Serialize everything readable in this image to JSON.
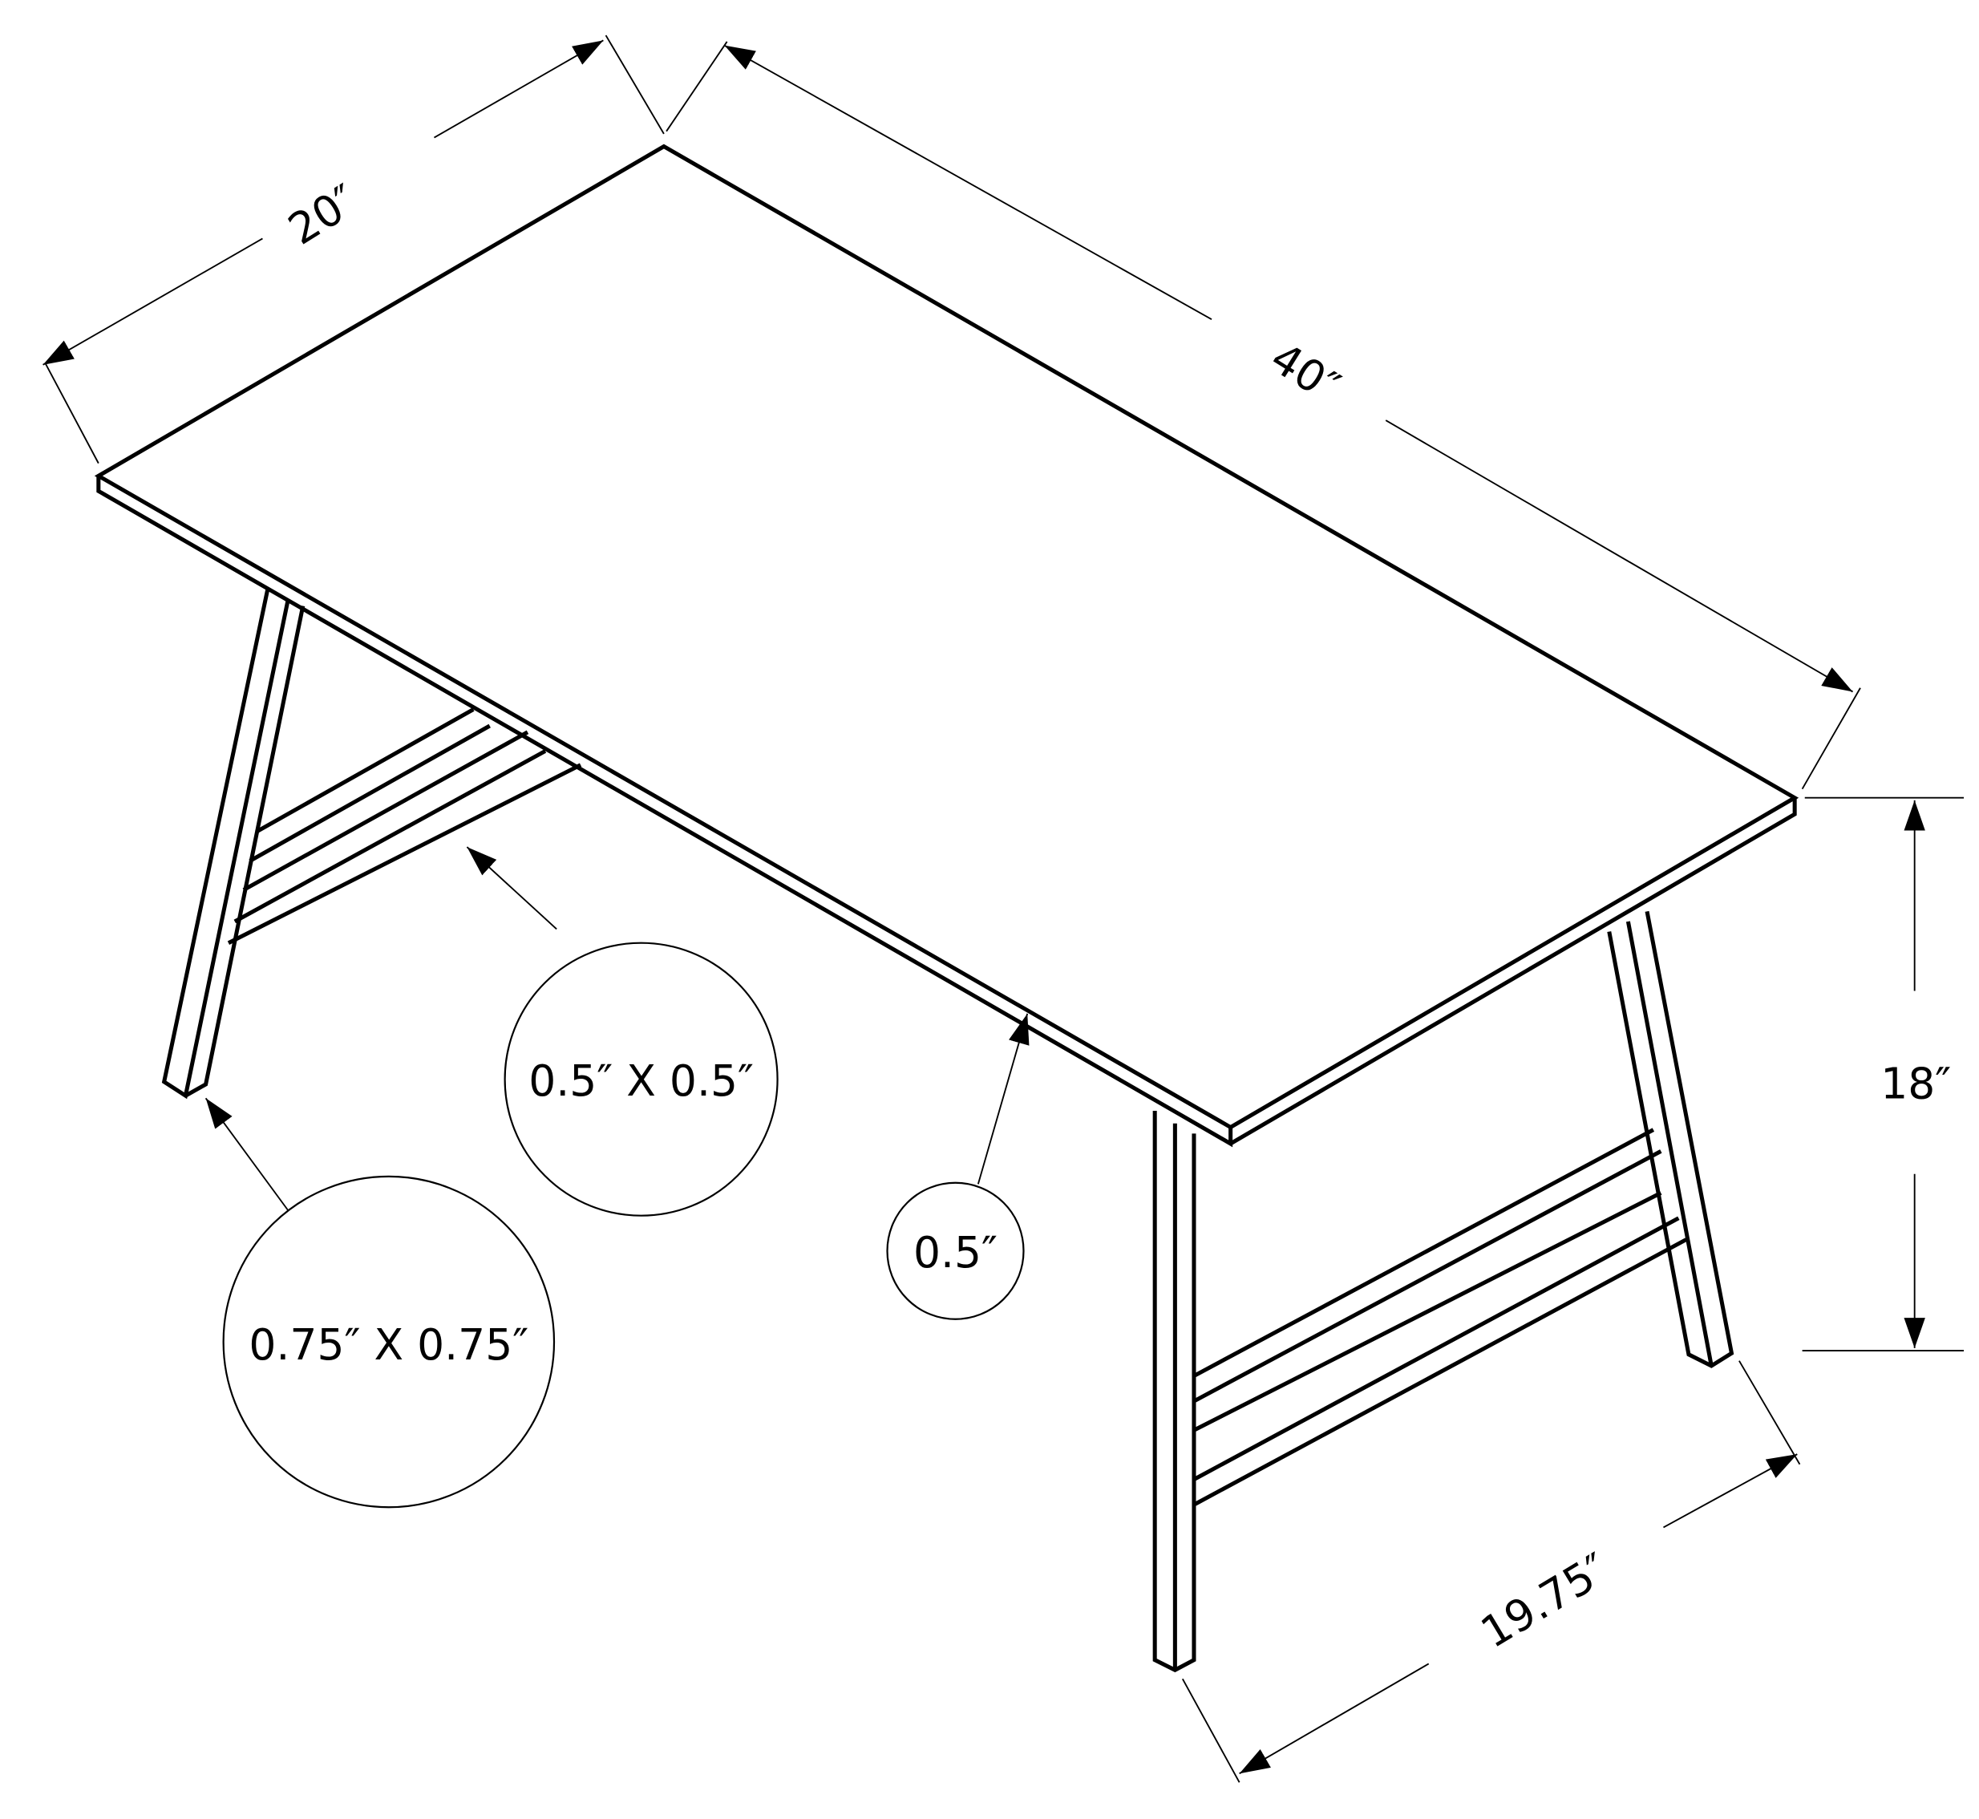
{
  "diagram": {
    "type": "dimensioned product line drawing",
    "subject": "rectangular coffee table with A-frame legs and lower shelf slats",
    "line_color": "#000000",
    "background": "#ffffff"
  },
  "dimensions": {
    "depth": "20″",
    "width": "40″",
    "height": "18″",
    "leg_spread": "19.75″"
  },
  "callouts": {
    "leg_profile": "0.75″ X 0.75″",
    "slat_profile": "0.5″ X 0.5″",
    "top_thickness": "0.5″"
  }
}
